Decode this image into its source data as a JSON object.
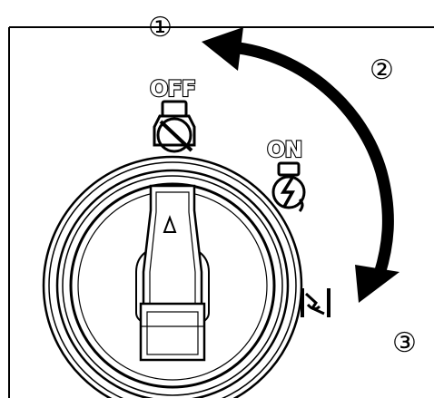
{
  "callouts": {
    "c1": "①",
    "c2": "②",
    "c3": "③"
  },
  "labels": {
    "off": "OFF",
    "on": "ON"
  },
  "icons": {
    "off_icon": "engine-off-icon",
    "on_icon": "engine-on-icon",
    "start_icon": "engine-start-icon",
    "knob_arrow": "triangle-up-icon",
    "rotation_arrow": "curved-double-arrow-icon"
  },
  "colors": {
    "ink": "#000000",
    "paper": "#ffffff"
  }
}
